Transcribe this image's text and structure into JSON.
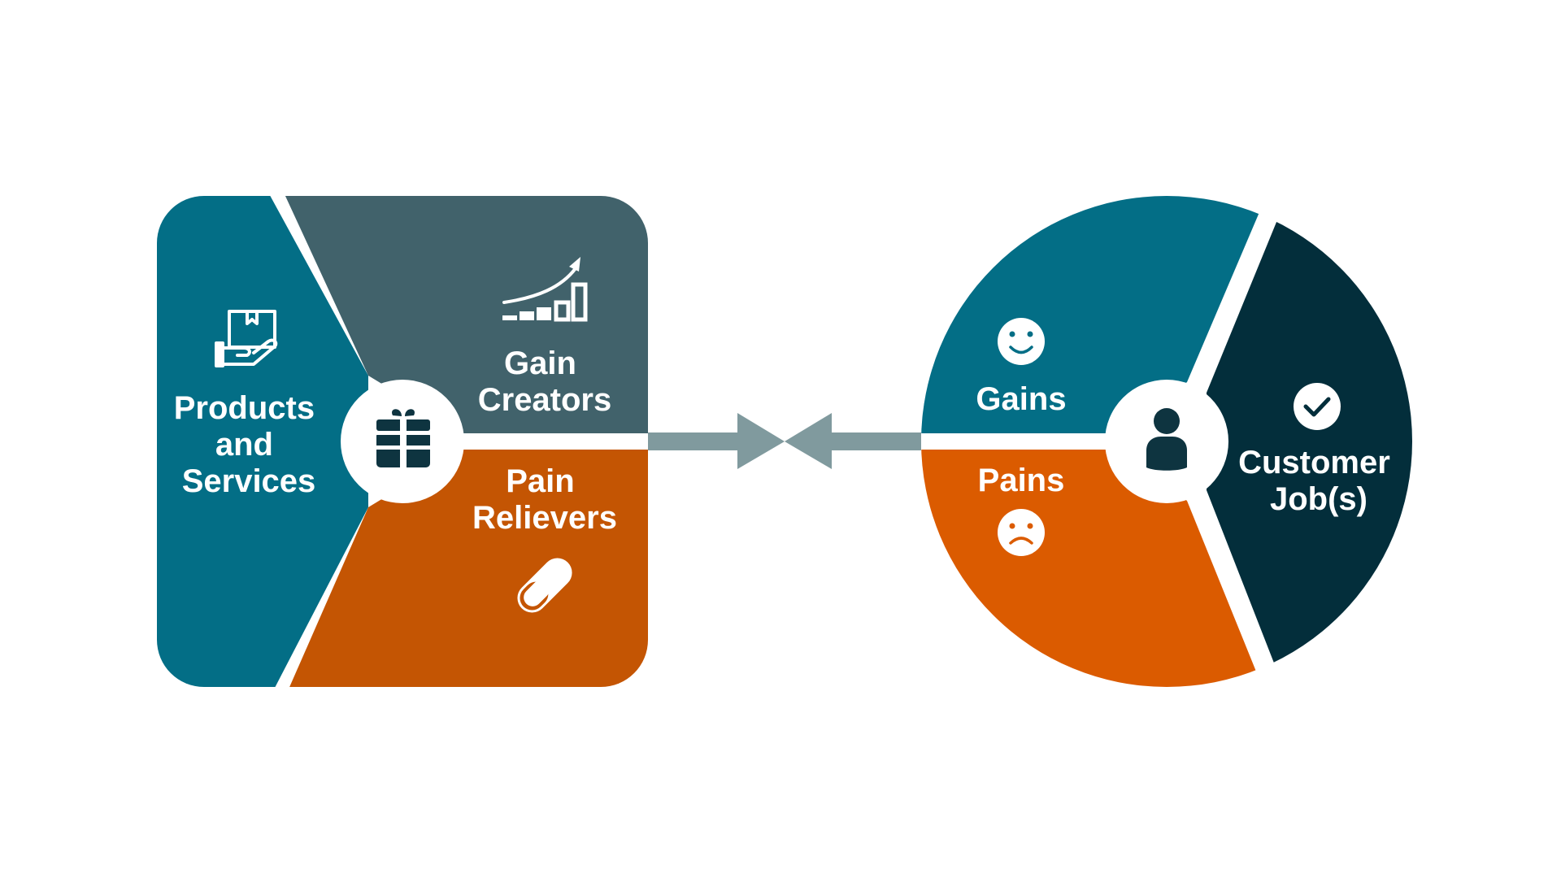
{
  "value_map": {
    "products_services": {
      "lines": [
        "Products",
        "and",
        "Services"
      ],
      "icon": "hand-box-icon"
    },
    "gain_creators": {
      "lines": [
        "Gain",
        "Creators"
      ],
      "icon": "growth-chart-icon"
    },
    "pain_relievers": {
      "lines": [
        "Pain",
        "Relievers"
      ],
      "icon": "pill-icon"
    },
    "center_icon": "gift-icon"
  },
  "customer_profile": {
    "gains": {
      "label": "Gains",
      "icon": "smile-icon"
    },
    "pains": {
      "label": "Pains",
      "icon": "frown-icon"
    },
    "customer_jobs": {
      "lines": [
        "Customer",
        "Job(s)"
      ],
      "icon": "check-circle-icon"
    },
    "center_icon": "person-icon"
  },
  "colors": {
    "teal": "#036E86",
    "slate": "#41626B",
    "rust": "#C45503",
    "orange": "#DB5B00",
    "dark_teal": "#032E3B",
    "arrow_gray": "#809A9E",
    "white": "#FFFFFF"
  }
}
